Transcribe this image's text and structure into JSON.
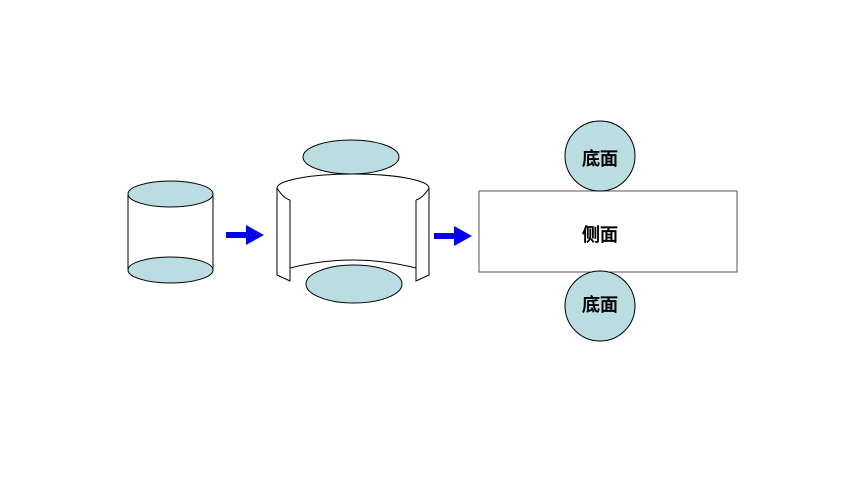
{
  "colors": {
    "face_fill": "#b9dde0",
    "stroke": "#000000",
    "arrow": "#0000ee",
    "rect_stroke": "#555555"
  },
  "labels": {
    "side": "侧面",
    "base_top": "底面",
    "base_bottom": "底面"
  }
}
